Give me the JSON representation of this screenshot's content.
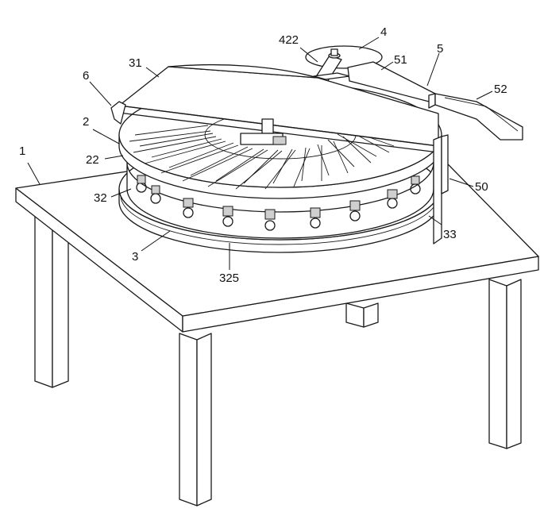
{
  "labels": [
    {
      "key": "l1",
      "text": "1"
    },
    {
      "key": "l2",
      "text": "2"
    },
    {
      "key": "l3",
      "text": "3"
    },
    {
      "key": "l4",
      "text": "4"
    },
    {
      "key": "l5",
      "text": "5"
    },
    {
      "key": "l6",
      "text": "6"
    },
    {
      "key": "l22",
      "text": "22"
    },
    {
      "key": "l31",
      "text": "31"
    },
    {
      "key": "l32",
      "text": "32"
    },
    {
      "key": "l33",
      "text": "33"
    },
    {
      "key": "l50",
      "text": "50"
    },
    {
      "key": "l51",
      "text": "51"
    },
    {
      "key": "l52",
      "text": "52"
    },
    {
      "key": "l325",
      "text": "325"
    },
    {
      "key": "l422",
      "text": "422"
    }
  ],
  "colors": {
    "line": "#1a1a1a",
    "background": "#ffffff",
    "shade": "#cfcfcf"
  }
}
